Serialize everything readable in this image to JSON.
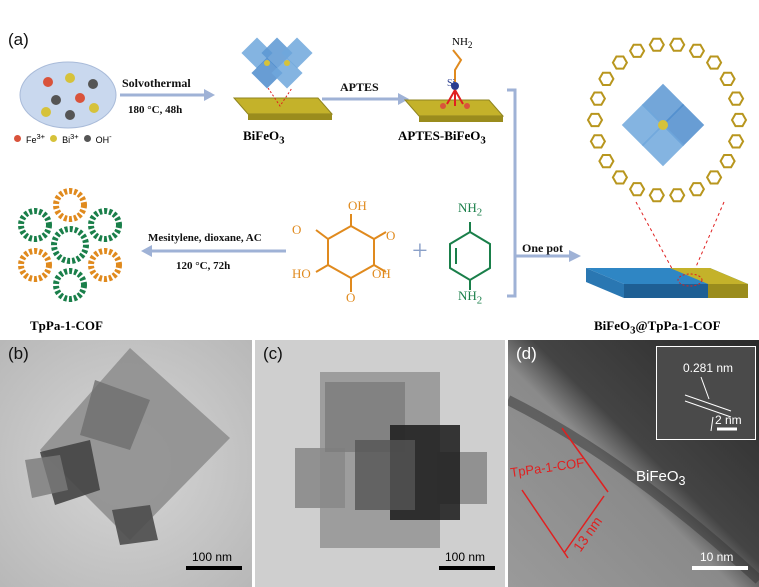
{
  "panel_labels": {
    "a": "(a)",
    "b": "(b)",
    "c": "(c)",
    "d": "(d)"
  },
  "legend": {
    "fe": "Fe",
    "fe_sup": "3+",
    "bi": "Bi",
    "bi_sup": "3+",
    "oh": "OH",
    "oh_sup": "-"
  },
  "steps": {
    "solvothermal": "Solvothermal",
    "solvothermal_cond": "180 °C, 48h",
    "aptes": "APTES",
    "one_pot": "One pot",
    "mesitylene": "Mesitylene, dioxane, AC",
    "mesitylene_cond": "120 °C, 72h"
  },
  "products": {
    "bifeo3": "BiFeO",
    "bifeo3_sub": "3",
    "aptes_bifeo3": "APTES-BiFeO",
    "aptes_bifeo3_sub": "3",
    "tppa": "TpPa-1-COF",
    "composite": "BiFeO",
    "composite_sub": "3",
    "composite_tail": "@TpPa-1-COF"
  },
  "chem": {
    "nh2": "NH",
    "nh2_sub": "2",
    "si": "Si",
    "oh": "OH",
    "ho": "HO",
    "o": "O",
    "plus": "+"
  },
  "tem": {
    "b_scale": "100 nm",
    "c_scale": "100 nm",
    "d_scale": "10 nm",
    "inset_scale": "2 nm",
    "lattice": "0.281 nm",
    "tppa_label": "TpPa-1-COF",
    "bifeo3_label": "BiFeO",
    "bifeo3_sub": "3",
    "thickness": "13 nm"
  },
  "colors": {
    "arrow": "#9fb2d6",
    "orange": "#e08a1e",
    "green": "#1a7f4a",
    "red": "#e02020",
    "yellow": "#c8b830",
    "blue": "#2f86c4"
  }
}
